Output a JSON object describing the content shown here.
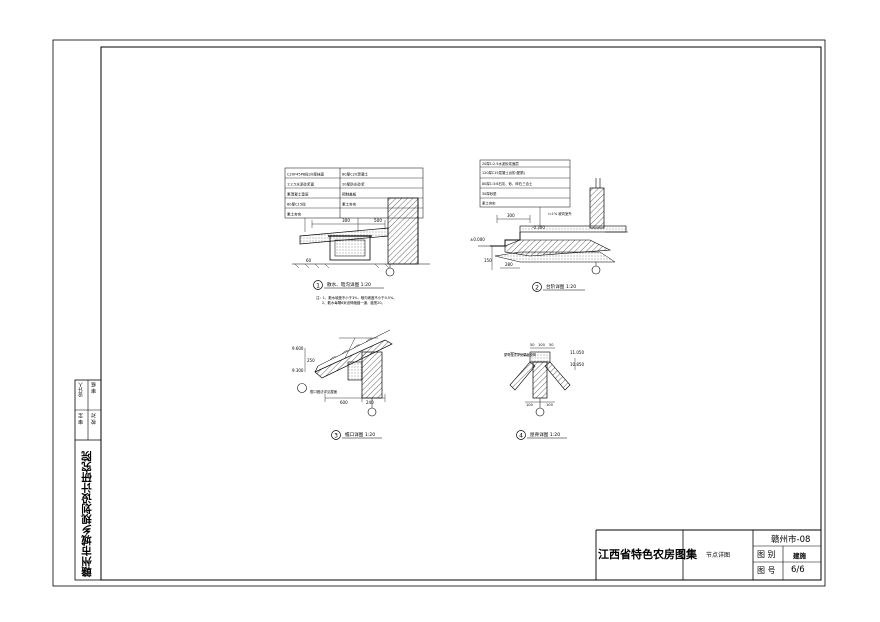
{
  "title_block": {
    "atlas_title": "江西省特色农房图集",
    "drawing_name": "节点详图",
    "series_code": "赣州市-08",
    "category_label": "图 别",
    "category_value": "建施",
    "sheet_label": "图 号",
    "sheet_value": "6/6"
  },
  "left_strip": {
    "institute": "赣州市城乡规划设计研究院",
    "review_label": "审 核",
    "design_label": "设计人",
    "check_label": "校 对",
    "proofread_label": "审 定"
  },
  "details": {
    "d1": {
      "number": "1",
      "caption": "散水、暗沟详图 1:20",
      "notes_1": "注：1、散水坡度不小于3%，暗沟坡度不小于0.5%。",
      "notes_2": "2、散水每隔6米设伸缩缝一道，缝宽20。",
      "layers": [
        "C20F45P8砼20厚抹面",
        "1:2.5水泥砂浆面",
        "素混凝土垫层",
        "80厚C15砼",
        "素土夯实"
      ],
      "layers_right": [
        "60厚C20混凝土",
        "20厚防水砂浆",
        "预制盖板",
        "素土夯实"
      ],
      "dim_a": "300",
      "dim_b": "500",
      "dim_c": "60"
    },
    "d2": {
      "number": "2",
      "caption": "台阶详图 1:20",
      "layers": [
        "20厚1:2.5水泥砂浆面层",
        "120厚C15混凝土台阶(配筋)",
        "80厚1:3:6石灰、砂、碎石三合土",
        "30厚砂垫",
        "素土夯实"
      ],
      "elev_a": "±0.000",
      "elev_b": "-0.300",
      "dim_a": "300",
      "dim_b": "150",
      "dim_c": "280",
      "slope_label": "i=1% 坡向室外"
    },
    "d3": {
      "number": "3",
      "caption": "檐口详图 1:20",
      "elev_a": "9.600",
      "elev_b": "9.300",
      "dim_a": "600",
      "dim_b": "240",
      "dim_c": "250",
      "note": "檐口做法详见屋面"
    },
    "d4": {
      "number": "4",
      "caption": "屋脊详图 1:20",
      "elev_a": "11.050",
      "elev_b": "10.850",
      "dim_a": "50",
      "dim_b": "100",
      "dim_c": "50",
      "dim_d": "100",
      "dim_e": "100",
      "note": "屋脊做法详见屋面说明"
    }
  },
  "colors": {
    "line": "#000000",
    "paper": "#ffffff"
  }
}
